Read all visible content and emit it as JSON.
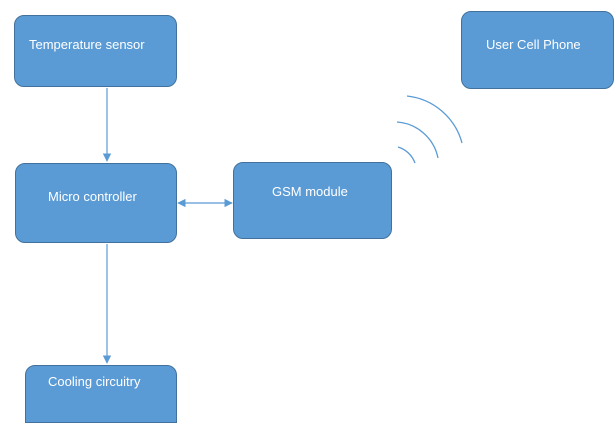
{
  "diagram": {
    "nodes": {
      "temperature_sensor": "Temperature sensor",
      "user_cell_phone": "User Cell Phone",
      "micro_controller": "Micro controller",
      "gsm_module": "GSM module",
      "cooling_circuitry": "Cooling circuitry"
    },
    "colors": {
      "node_fill": "#5b9bd5",
      "node_border": "#41719c",
      "connector": "#5b9bd5",
      "node_text": "#ffffff"
    },
    "edges": [
      {
        "from": "temperature_sensor",
        "to": "micro_controller",
        "type": "arrow"
      },
      {
        "from": "micro_controller",
        "to": "gsm_module",
        "type": "bidirectional-arrow"
      },
      {
        "from": "micro_controller",
        "to": "cooling_circuitry",
        "type": "arrow"
      },
      {
        "from": "gsm_module",
        "to": "user_cell_phone",
        "type": "wireless-signal"
      }
    ]
  }
}
